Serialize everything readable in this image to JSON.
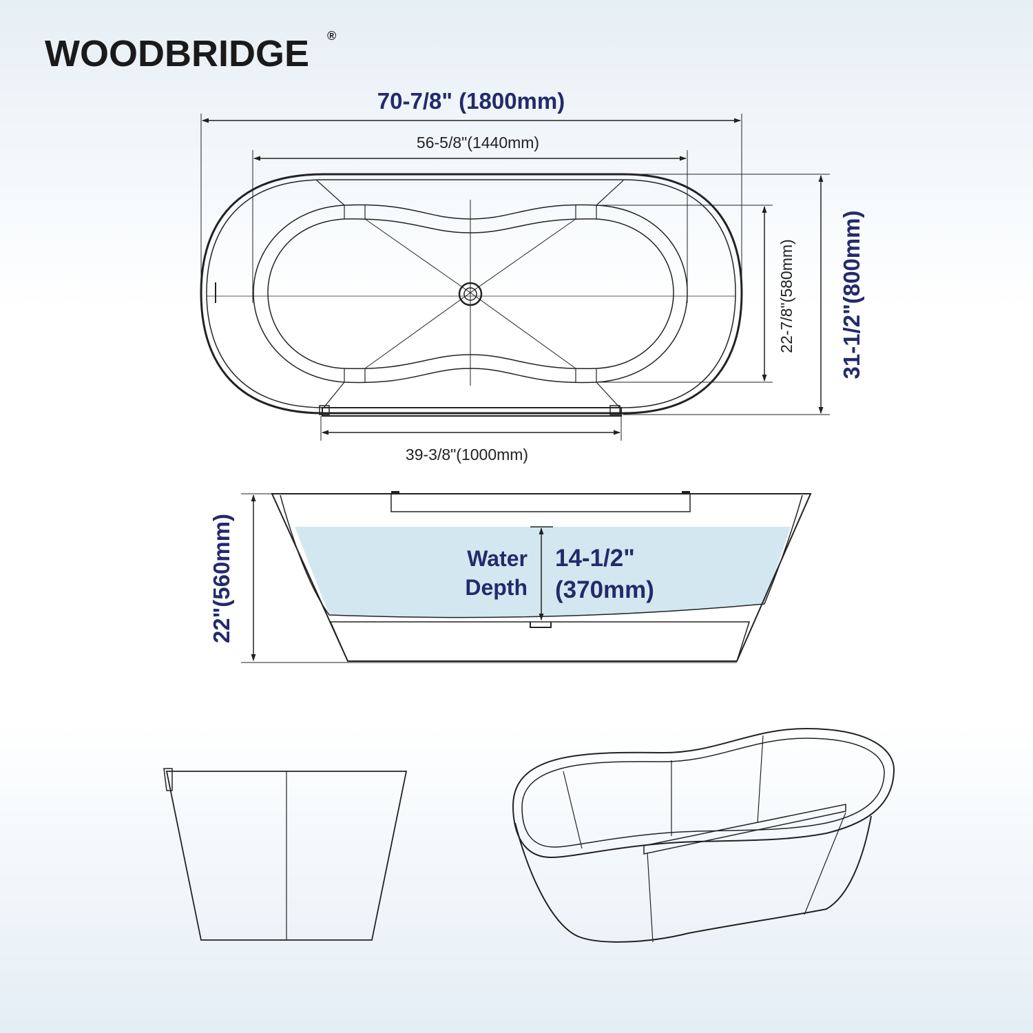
{
  "brand": {
    "name": "WOODBRIDGE",
    "registered_mark": "®"
  },
  "dimensions": {
    "overall_length": "70-7/8\" (1800mm)",
    "inner_length": "56-5/8\"(1440mm)",
    "inner_width": "22-7/8\"(580mm)",
    "overall_width": "31-1/2\"(800mm)",
    "base_length": "39-3/8\"(1000mm)",
    "height": "22\"(560mm)"
  },
  "water_depth": {
    "label_line1": "Water",
    "label_line2": "Depth",
    "value_in": "14-1/2\"",
    "value_mm": "(370mm)"
  },
  "colors": {
    "brand_text": "#1a1a1a",
    "dimension_navy": "#232a6b",
    "line": "#222222",
    "water_fill": "#d3e7f0"
  }
}
